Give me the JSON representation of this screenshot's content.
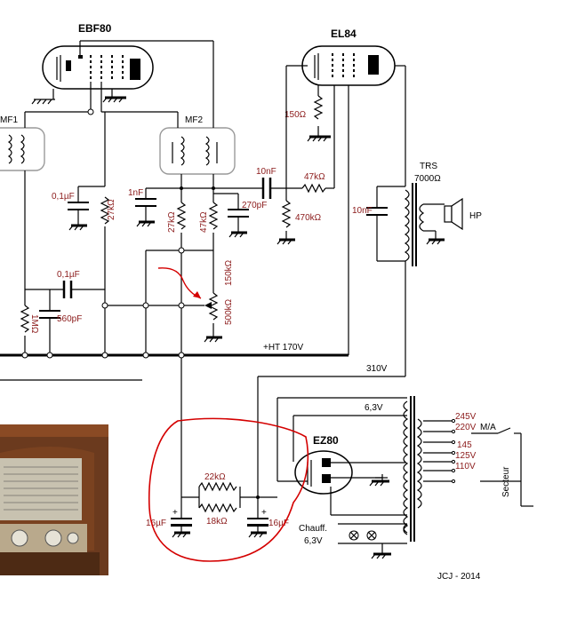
{
  "tubes": {
    "ebf80": "EBF80",
    "el84": "EL84",
    "ez80": "EZ80"
  },
  "transformers": {
    "mf1": "MF1",
    "mf2": "MF2",
    "trs": "TRS",
    "trs_imp": "7000Ω",
    "hp": "HP"
  },
  "components": {
    "r150": "150Ω",
    "c10nf_top": "10nF",
    "r47k_top": "47kΩ",
    "r470k": "470kΩ",
    "c10nf_trs": "10nF",
    "c01_top": "0,1µF",
    "r27k_left": "27kΩ",
    "c1nf": "1nF",
    "r27k_mid": "27kΩ",
    "r47k_mid": "47kΩ",
    "c270": "270pF",
    "c01_mid": "0,1µF",
    "r1m": "1MΩ",
    "c560": "560pF",
    "r150k": "150kΩ",
    "pot500k": "500kΩ",
    "r22k": "22kΩ",
    "r18k": "18kΩ",
    "c16_left": "16µF",
    "c16_right": "16µF"
  },
  "voltages": {
    "ht": "+HT  170V",
    "v310": "310V",
    "v63_top": "6,3V",
    "v63_bot": "6,3V",
    "chauff": "Chauff."
  },
  "mains": {
    "v245": "245V",
    "v220": "220V",
    "ma": "M/A",
    "v145": "145",
    "v125": "125V",
    "v110": "110V",
    "secteur": "Secteur"
  },
  "signature": "JCJ - 2014",
  "colors": {
    "annotation": "#d40000",
    "label_red": "#8b1a1a",
    "tube_outline": "#000000"
  }
}
